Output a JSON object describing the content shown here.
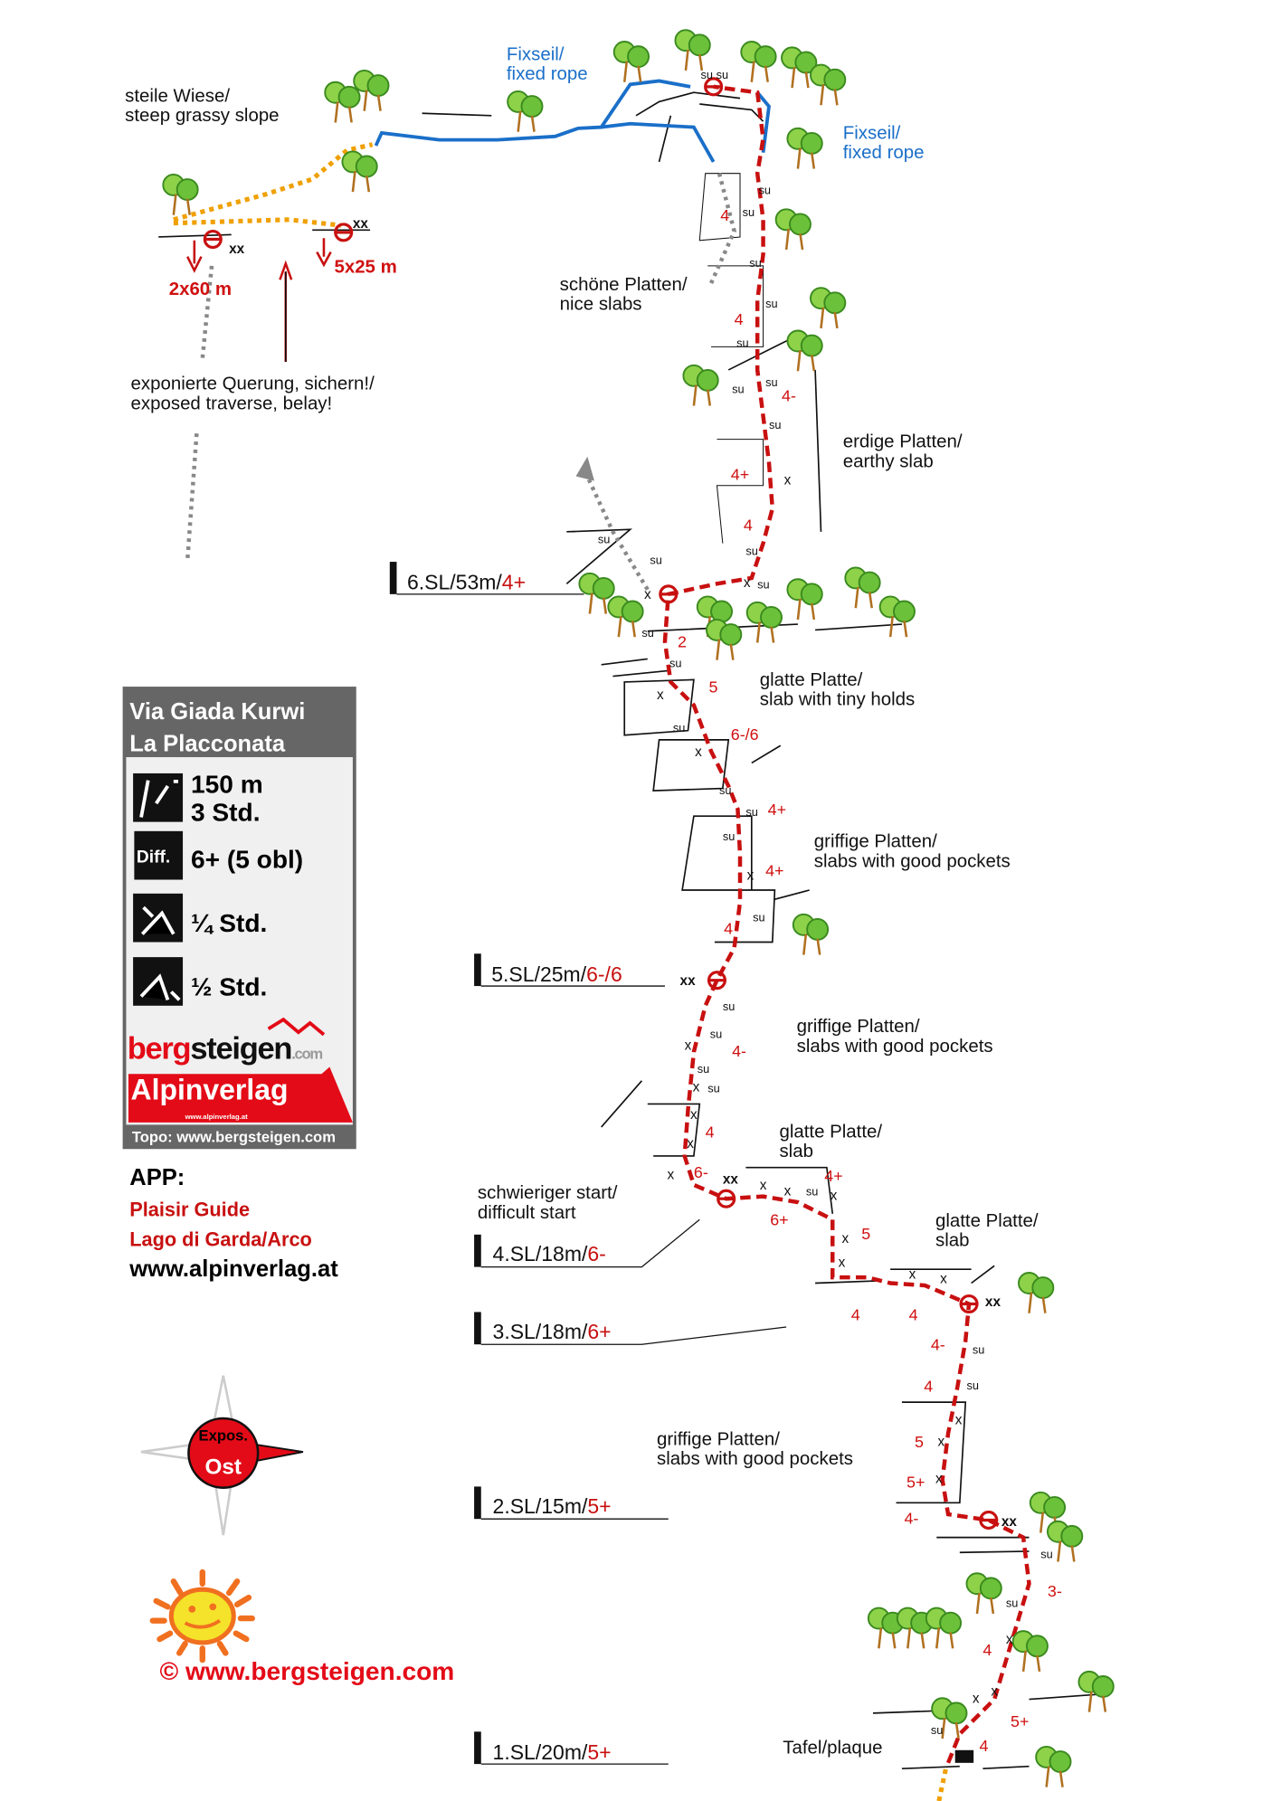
{
  "info": {
    "title_line1": "Via Giada Kurwi",
    "title_line2": "La Placconata",
    "length": "150 m",
    "time": "3  Std.",
    "diff_label": "Diff.",
    "difficulty": "6+ (5 obl)",
    "approach": "¼ Std.",
    "descent": "½ Std.",
    "logo_bergsteigen": "bergsteigen.com",
    "logo_alpinverlag": "Alpinverlag",
    "logo_alpinverlag_url": "www.alpinverlag.at",
    "topo_credit": "Topo: www.bergsteigen.com"
  },
  "app": {
    "heading": "APP:",
    "line1": "Plaisir Guide",
    "line2": "Lago di Garda/Arco",
    "url": "www.alpinverlag.at"
  },
  "compass": {
    "label": "Expos.",
    "direction": "Ost"
  },
  "copyright": "©  www.bergsteigen.com",
  "labels": {
    "grassy1": "steile Wiese/",
    "grassy2": "steep grassy slope",
    "rope1a": "Fixseil/",
    "rope1b": "fixed rope",
    "rope2a": "Fixseil/",
    "rope2b": "fixed rope",
    "nice1": "schöne Platten/",
    "nice2": "nice slabs",
    "trav1": "exponierte Querung, sichern!/",
    "trav2": "exposed traverse, belay!",
    "abseil1": "2x60 m",
    "abseil2": "5x25 m",
    "earthy1": "erdige Platten/",
    "earthy2": "earthy slab",
    "tiny1": "glatte Platte/",
    "tiny2": "slab with tiny holds",
    "pockets1a": "griffige Platten/",
    "pockets1b": "slabs with good pockets",
    "pockets2a": "griffige Platten/",
    "pockets2b": "slabs with good pockets",
    "slab1a": "glatte Platte/",
    "slab1b": "slab",
    "slab2a": "glatte Platte/",
    "slab2b": "slab",
    "hard1": "schwieriger start/",
    "hard2": "difficult start",
    "pockets3a": "griffige Platten/",
    "pockets3b": "slabs with good pockets",
    "plaque": "Tafel/plaque",
    "xx": "xx",
    "su": "su",
    "susu": "su su",
    "x": "x"
  },
  "pitches": [
    {
      "label": "6.SL/53m/",
      "grade": "4+"
    },
    {
      "label": "5.SL/25m/",
      "grade": "6-/6"
    },
    {
      "label": "4.SL/18m/",
      "grade": "6-"
    },
    {
      "label": "3.SL/18m/",
      "grade": "6+"
    },
    {
      "label": "2.SL/15m/",
      "grade": "5+"
    },
    {
      "label": "1.SL/20m/",
      "grade": "5+"
    }
  ],
  "grades": [
    "4",
    "4",
    "4-",
    "4+",
    "4",
    "2",
    "5",
    "6-/6",
    "4+",
    "4+",
    "4",
    "4-",
    "4",
    "6-",
    "4+",
    "6+",
    "5",
    "4",
    "4",
    "4-",
    "4",
    "5",
    "5+",
    "4-",
    "3-",
    "4",
    "5+",
    "4"
  ],
  "colors": {
    "route": "#c81010",
    "fixed_rope": "#1a6fc9",
    "approach": "#f0a000",
    "tree": "#5cb82e"
  }
}
